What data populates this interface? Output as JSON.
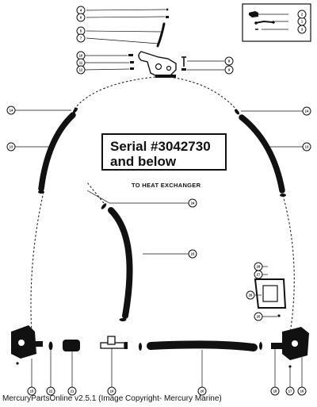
{
  "serial_note": {
    "line1": "Serial #3042730",
    "line2": "and below"
  },
  "heat_exchanger_label": "TO HEAT EXCHANGER",
  "footer": {
    "caption": "MercuryPartsOnline v2.5.1 (Image Copyright- Mercury Marine)"
  },
  "colors": {
    "ink": "#111111",
    "paper": "#ffffff"
  },
  "callouts": {
    "c1": "1",
    "c2": "2",
    "c3": "3",
    "c4": "4",
    "c5": "5",
    "c6": "6",
    "c7": "7",
    "c8": "8",
    "c9": "9",
    "c10": "10",
    "c11": "11",
    "c12": "12",
    "c13": "13",
    "c14": "14",
    "c15": "15",
    "c16": "16",
    "c17": "17",
    "c18": "18",
    "c19": "19",
    "c20": "20",
    "c21": "21",
    "c22": "22",
    "c23": "23",
    "c24": "24",
    "c25": "25",
    "c26": "26",
    "c27": "27",
    "c28": "28"
  }
}
